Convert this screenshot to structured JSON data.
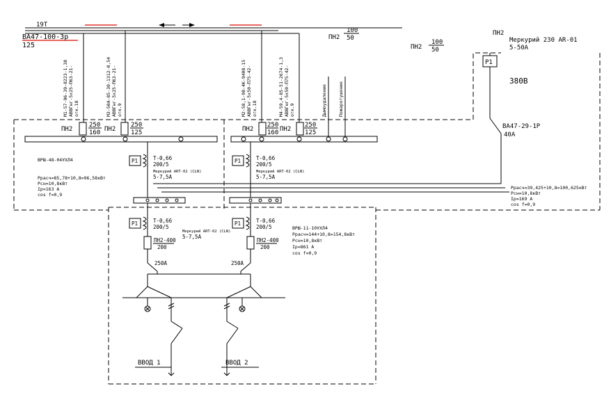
{
  "colors": {
    "line": "#000000",
    "highlight": "#e0302a",
    "background": "#ffffff"
  },
  "top": {
    "cable_label": "19Т",
    "breaker_label": "ВА47-100-3р",
    "breaker_rating": "125",
    "pn2_a": {
      "label": "ПН2",
      "top": "100",
      "bottom": "50"
    },
    "pn2_b": {
      "label": "ПН2",
      "top": "100",
      "bottom": "50"
    }
  },
  "feeders": [
    {
      "lines": [
        "М1-57-96-39-8223-1,38",
        "АВВГнг-5х25-П63-21-",
        "отк.18"
      ]
    },
    {
      "lines": [
        "М3-50А-85-30-1312-0,54",
        "АВВГнг-5х25-П63-21-",
        "отк.9"
      ]
    },
    {
      "lines": [
        "М2-58,1-98-4К-9408-15",
        "АВВГнг-5х50-П75-42-",
        "отк.18"
      ]
    },
    {
      "lines": [
        "М4-59,4-85-51-2674-1,3",
        "АВВГнг-5х50-П75-42-",
        "отк.9"
      ]
    },
    {
      "lines": [
        "Дымоудаление"
      ]
    },
    {
      "lines": [
        "Пожаротушение"
      ]
    }
  ],
  "fuses": [
    {
      "label": "ПН2",
      "top": "250",
      "bottom": "160"
    },
    {
      "label": "ПН2",
      "top": "250",
      "bottom": "125"
    },
    {
      "label": "ПН2",
      "top": "250",
      "bottom": "160"
    },
    {
      "label": "ПН2",
      "top": "250",
      "bottom": "125"
    }
  ],
  "right_panel": {
    "pn2_label": "ПН2",
    "meter_line1": "Меркурий 230 AR-01",
    "meter_line2": "5-50А",
    "voltage": "380В",
    "relay": "P1",
    "breaker_line1": "ВА47-29-1Р",
    "breaker_line2": "40А",
    "params": [
      "Ррасч=39,425+10,8=100,625кВт",
      "Рсн=10,8кВт",
      "Iр=169 А",
      "cos f=0,9"
    ]
  },
  "left_panel": {
    "name": "ВРШ-48-04УХЛ4",
    "params": [
      "Ррасч=85,78+10,8=96,58кВт",
      "Рсн=10,8кВт",
      "Iр=163 А",
      "cos f=0,9"
    ]
  },
  "ct_upper_left": {
    "relay": "P1",
    "line1": "Т-0,66",
    "line2": "200/5",
    "meter": "Меркурий ART-02 (CLN)",
    "range": "5-7,5А"
  },
  "ct_upper_right": {
    "relay": "P1",
    "line1": "Т-0,66",
    "line2": "200/5",
    "meter": "Меркурий ART-02 (CLN)",
    "range": "5-7,5А"
  },
  "ct_lower_left": {
    "relay": "P1",
    "line1": "Т-0,66",
    "line2": "200/5",
    "meter": "Меркурий ART-02 (CLN)",
    "range": "5-7,5А"
  },
  "ct_lower_right": {
    "relay": "P1",
    "line1": "Т-0,66",
    "line2": "200/5"
  },
  "lower_panel": {
    "name": "ВРШ-11-10УХЛ4",
    "params": [
      "Ррасч=144+10,8=154,8кВт",
      "Рсн=10,8кВт",
      "Iр=861 А",
      "cos f=0,9"
    ]
  },
  "lower_fuse_left": {
    "label": "ПН2-400",
    "bottom": "200"
  },
  "lower_fuse_right": {
    "label": "ПН2-400",
    "bottom": "200"
  },
  "switches": {
    "left": "250А",
    "right": "250А"
  },
  "inputs": {
    "left": "ВВОД 1",
    "right": "ВВОД 2"
  }
}
